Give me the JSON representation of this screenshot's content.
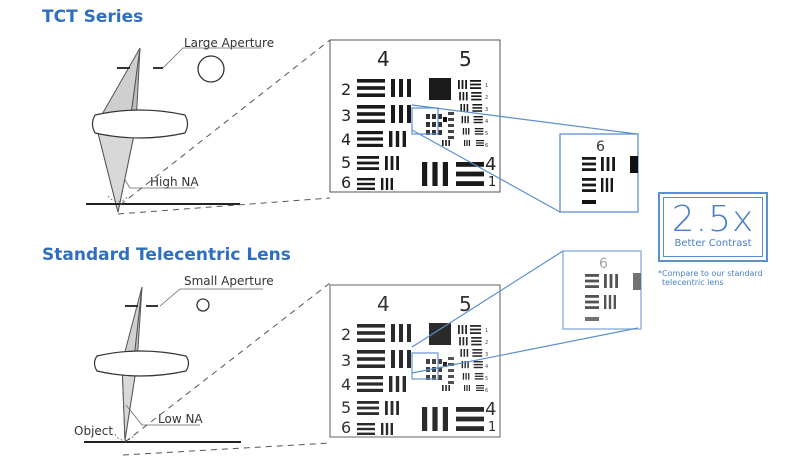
{
  "top": {
    "title": "TCT Series",
    "aperture_label": "Large Aperture",
    "na_label": "High NA"
  },
  "bottom": {
    "title": "Standard Telecentric Lens",
    "aperture_label": "Small Aperture",
    "na_label": "Low NA",
    "object_label": "Object"
  },
  "target": {
    "group_labels": [
      "4",
      "5"
    ],
    "row_labels": [
      "2",
      "3",
      "4",
      "5",
      "6"
    ],
    "small_labels": [
      "1",
      "2",
      "3",
      "4",
      "5",
      "6"
    ],
    "corner_group": "4",
    "corner_element": "1",
    "inset_label": "6"
  },
  "callout": {
    "value": "2.5x",
    "caption": "Better Contrast",
    "footnote_line1": "*Compare to our standard",
    "footnote_line2": "telecentric lens"
  },
  "colors": {
    "accent": "#2f6fc2",
    "line": "#5b8fd0"
  }
}
